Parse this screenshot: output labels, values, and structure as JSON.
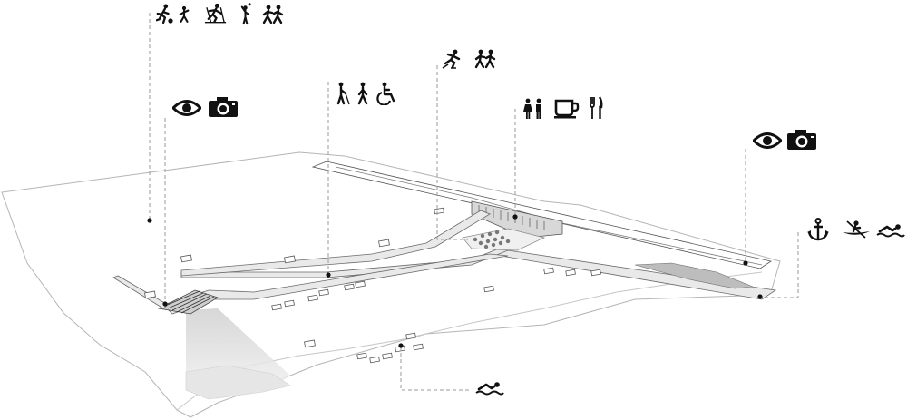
{
  "diagram": {
    "colors": {
      "ink": "#111111",
      "leader": "#9a9a9a",
      "land": "#b5b5b5",
      "path": "#e9e9e9"
    },
    "callouts": [
      {
        "id": "sports",
        "icons": [
          "football-player-icon",
          "running-child-icon",
          "cross-country-skier-icon",
          "juggler-icon",
          "running-kids-icon"
        ]
      },
      {
        "id": "viewpoint-west",
        "icons": [
          "eye-icon",
          "camera-icon"
        ]
      },
      {
        "id": "accessibility",
        "icons": [
          "blind-walker-icon",
          "walking-person-icon",
          "wheelchair-icon"
        ]
      },
      {
        "id": "skating-running",
        "icons": [
          "skater-icon",
          "running-kids-icon"
        ]
      },
      {
        "id": "services",
        "icons": [
          "restroom-icon",
          "coffee-cup-icon",
          "fork-knife-icon"
        ]
      },
      {
        "id": "viewpoint-east",
        "icons": [
          "eye-icon",
          "camera-icon"
        ]
      },
      {
        "id": "water-sports",
        "icons": [
          "anchor-icon",
          "kayak-icon",
          "swimmer-icon"
        ]
      },
      {
        "id": "beach-swimming",
        "icons": [
          "swimmer-icon"
        ]
      }
    ]
  }
}
